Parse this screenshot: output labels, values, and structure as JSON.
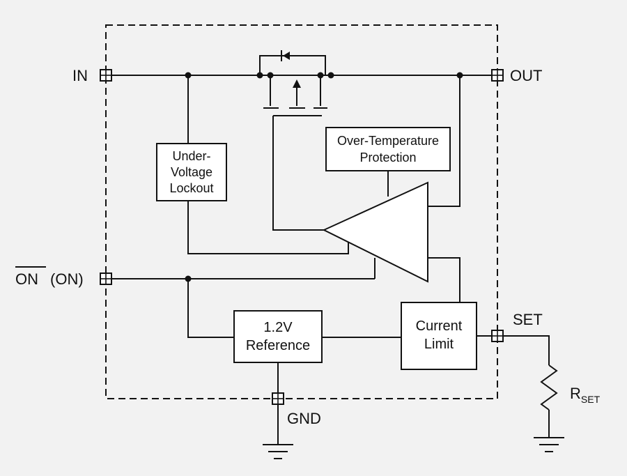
{
  "pins": {
    "in": "IN",
    "out": "OUT",
    "on_bar": "ON",
    "on_paren": "(ON)",
    "set": "SET",
    "gnd": "GND"
  },
  "blocks": {
    "uvlo": [
      "Under-",
      "Voltage",
      "Lockout"
    ],
    "otp": [
      "Over-Temperature",
      "Protection"
    ],
    "ref": [
      "1.2V",
      "Reference"
    ],
    "ilim": [
      "Current",
      "Limit"
    ]
  },
  "external": {
    "rset_main": "R",
    "rset_sub": "SET"
  },
  "colors": {
    "line": "#111111",
    "background": "#f2f2f2",
    "block_fill": "#ffffff"
  }
}
